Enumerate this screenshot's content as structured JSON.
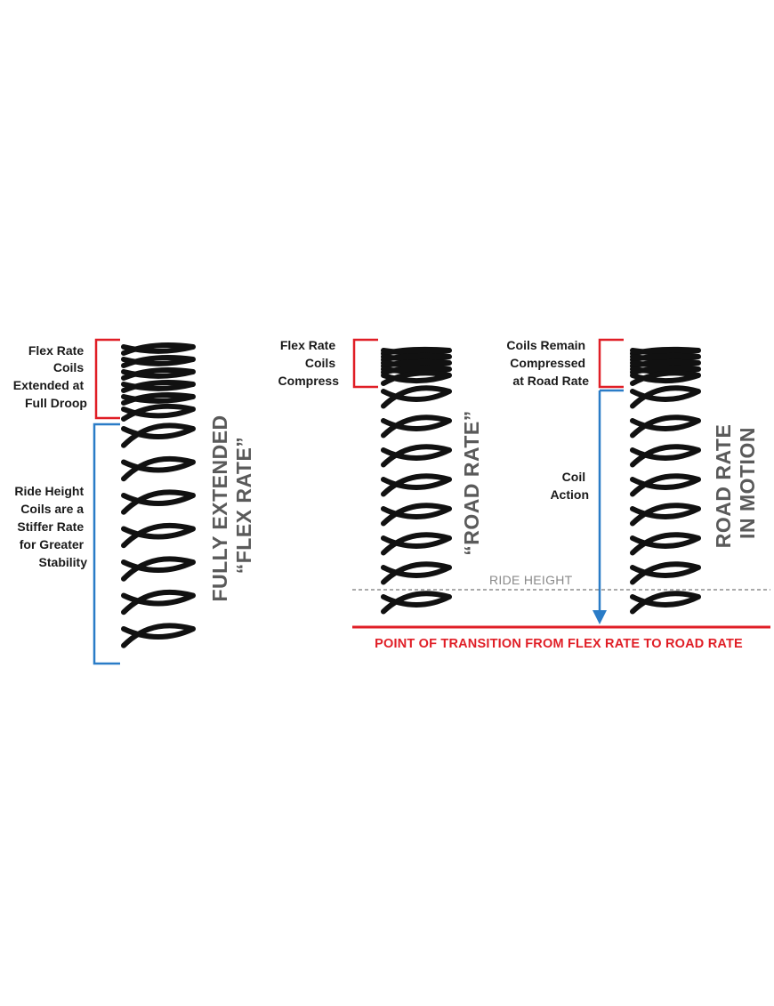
{
  "colors": {
    "red": "#e01e26",
    "blue": "#2a7cc7",
    "spring": "#111111",
    "title_gray": "#5a5a5a",
    "dashed": "#555555"
  },
  "panel1": {
    "flex_label": [
      "Flex Rate",
      "Coils",
      "Extended at",
      "Full Droop"
    ],
    "ride_label": [
      "Ride Height",
      "Coils are a",
      "Stiffer Rate",
      "for Greater",
      "Stability"
    ],
    "title_lines": [
      "FULLY EXTENDED",
      "“FLEX RATE”"
    ]
  },
  "panel2": {
    "flex_label": [
      "Flex Rate",
      "Coils",
      "Compress"
    ],
    "title_lines": [
      "“ROAD RATE”"
    ]
  },
  "panel3": {
    "flex_label": [
      "Coils Remain",
      "Compressed",
      "at Road Rate"
    ],
    "action_label": [
      "Coil",
      "Action"
    ],
    "title_lines": [
      "ROAD RATE",
      "IN MOTION"
    ]
  },
  "ride_height_label": "RIDE HEIGHT",
  "transition_label": "POINT OF TRANSITION FROM FLEX RATE TO ROAD RATE"
}
